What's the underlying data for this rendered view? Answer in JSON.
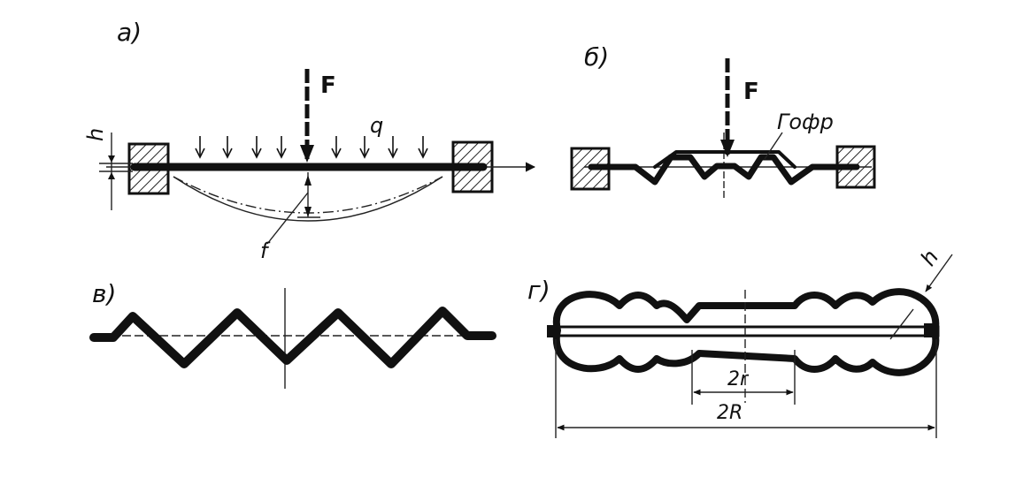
{
  "panels": {
    "a": {
      "label": "а)",
      "force": "F",
      "load": "q",
      "thickness": "h",
      "deflection": "f"
    },
    "b": {
      "label": "б)",
      "force": "F",
      "corrugation": "Гофр"
    },
    "v": {
      "label": "в)"
    },
    "g": {
      "label": "г)",
      "thickness": "h",
      "inner_dim": "2r",
      "outer_dim": "2R"
    }
  },
  "colors": {
    "ink": "#111111",
    "hatch": "#222222",
    "background": "#ffffff"
  }
}
